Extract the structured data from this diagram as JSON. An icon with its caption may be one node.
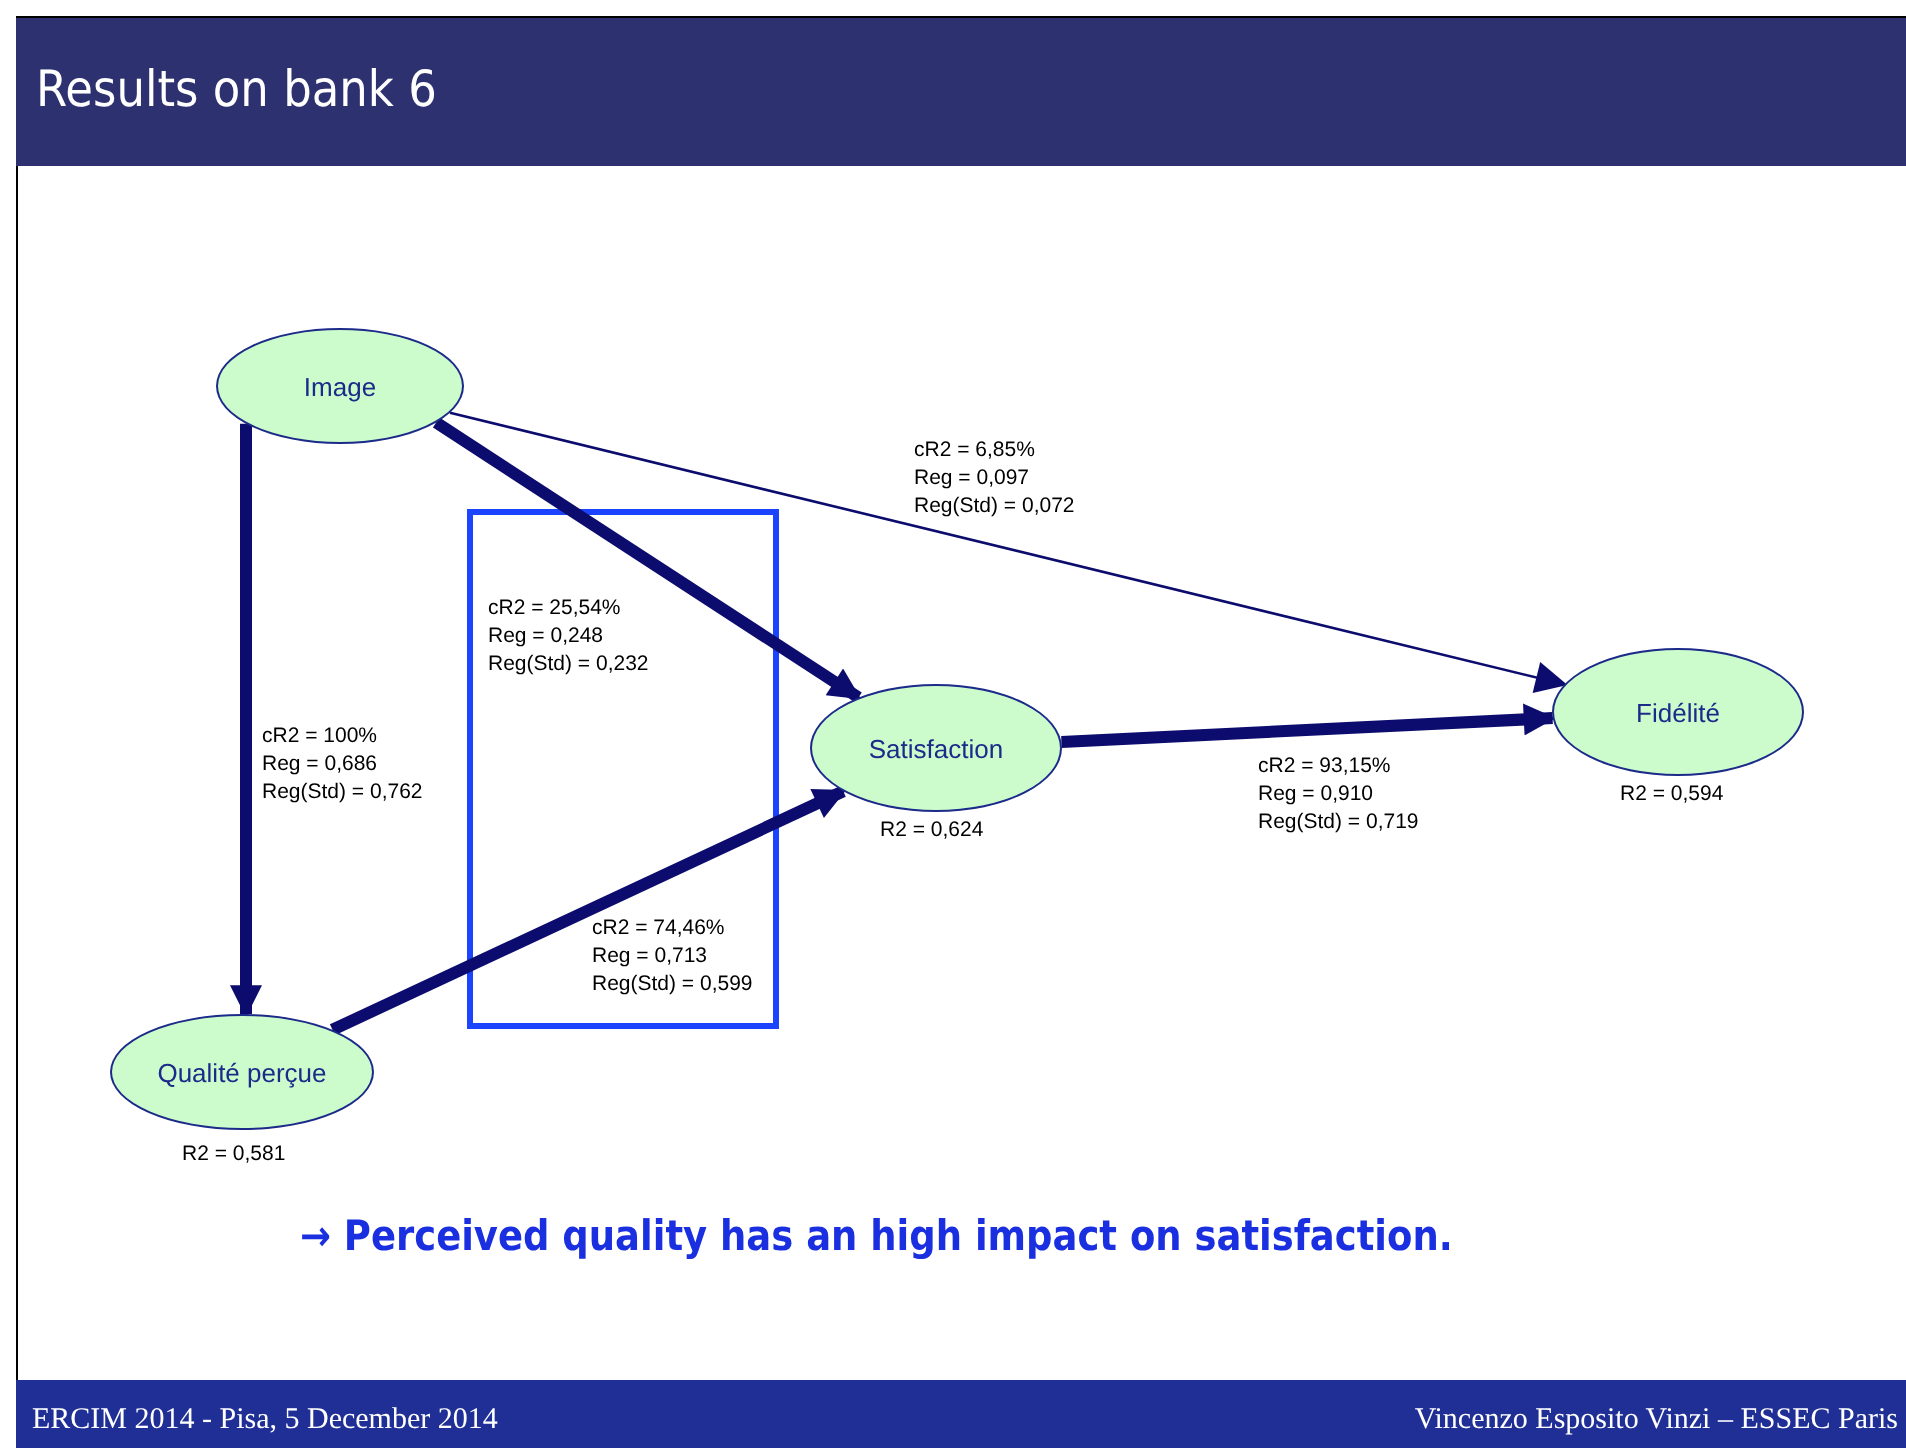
{
  "diagram": {
    "title": "Results on bank 6",
    "nodes": [
      {
        "text": [
          "Image"
        ]
      },
      {
        "text": [
          "Satisfaction"
        ],
        "beside": [
          "R2 = 0,624"
        ]
      },
      {
        "text": [
          "Fidélité"
        ],
        "beside": [
          "R2 = 0,594"
        ]
      },
      {
        "text": [
          "Qualité perçue"
        ],
        "beside": [
          "R2 = 0,581"
        ]
      }
    ],
    "edges": [
      {
        "from": 0,
        "to": 2,
        "arrow": "to",
        "label": "cR2 = 6,85% Reg = 0,097 Reg(Std) = 0,072"
      },
      {
        "from": 0,
        "to": 1,
        "arrow": "to",
        "label": "cR2 = 25,54% Reg = 0,248 Reg(Std) = 0,232"
      },
      {
        "from": 0,
        "to": 3,
        "arrow": "to",
        "label": "cR2 = 100% Reg = 0,686 Reg(Std) = 0,762"
      },
      {
        "from": 3,
        "to": 1,
        "arrow": "to",
        "label": "cR2 = 74,46% Reg = 0,713 Reg(Std) = 0,599"
      },
      {
        "from": 1,
        "to": 2,
        "arrow": "to",
        "label": "cR2 = 93,15% Reg = 0,910 Reg(Std) = 0,719"
      }
    ],
    "labels": [
      "→ Perceived quality has an high impact on satisfaction.",
      "ERCIM 2014 - Pisa, 5 December 2014",
      "Vincenzo Esposito Vinzi – ESSEC Paris"
    ]
  }
}
